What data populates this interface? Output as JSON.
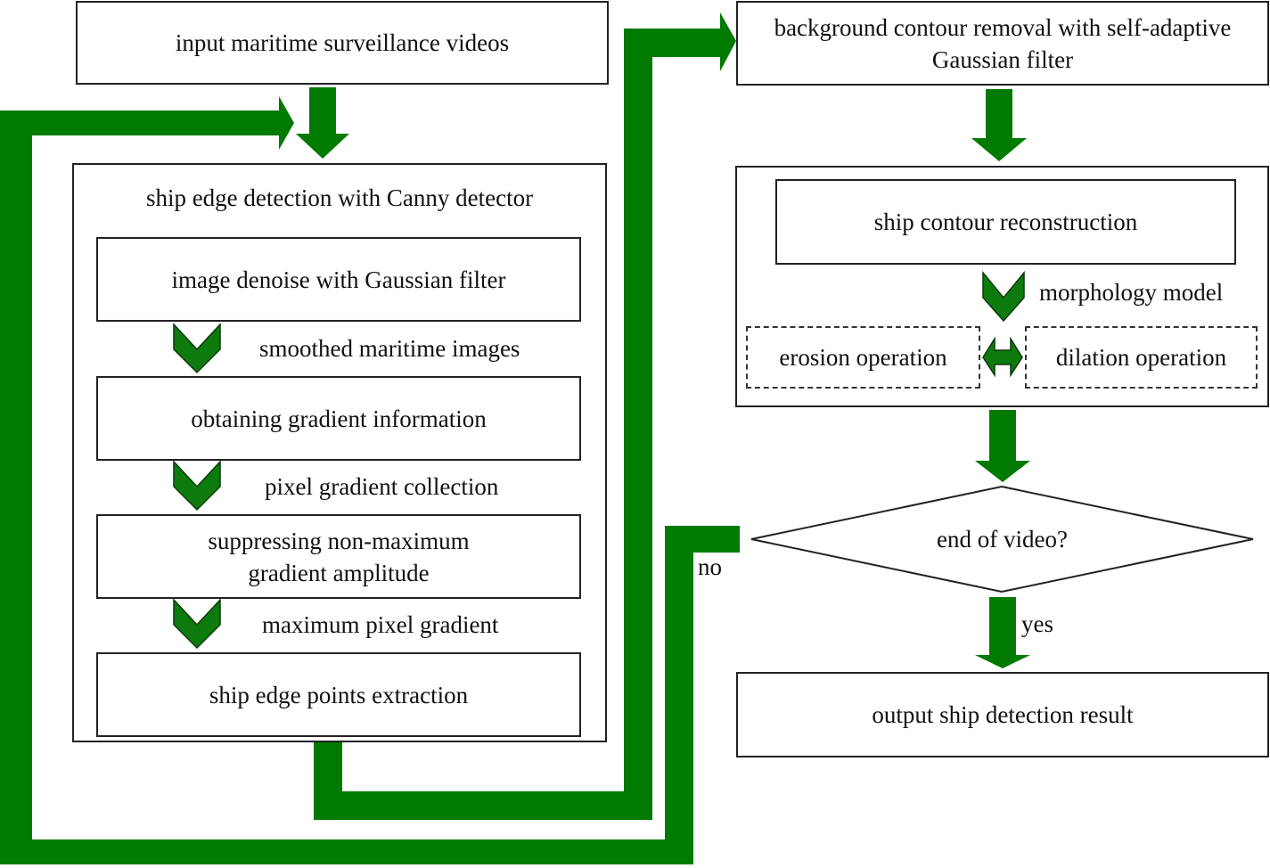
{
  "diagram": {
    "colors": {
      "arrow": "#007a00",
      "chevron": "#0d7a0d",
      "border": "#222222"
    },
    "left": {
      "input": "input maritime surveillance videos",
      "canny_title": "ship edge detection with Canny detector",
      "steps": [
        "image denoise with Gaussian filter",
        "obtaining gradient information",
        "suppressing non-maximum  gradient amplitude",
        "ship edge points extraction"
      ],
      "step_labels": [
        "smoothed maritime images",
        "pixel gradient collection",
        "maximum pixel gradient"
      ]
    },
    "right": {
      "background_removal": "background contour removal with self-adaptive Gaussian filter",
      "contour_reconstruction": "ship contour reconstruction",
      "morphology_label": "morphology model",
      "erosion": "erosion operation",
      "dilation": "dilation operation",
      "decision": "end of video?",
      "yes_label": "yes",
      "no_label": "no",
      "output": "output ship detection result"
    }
  }
}
